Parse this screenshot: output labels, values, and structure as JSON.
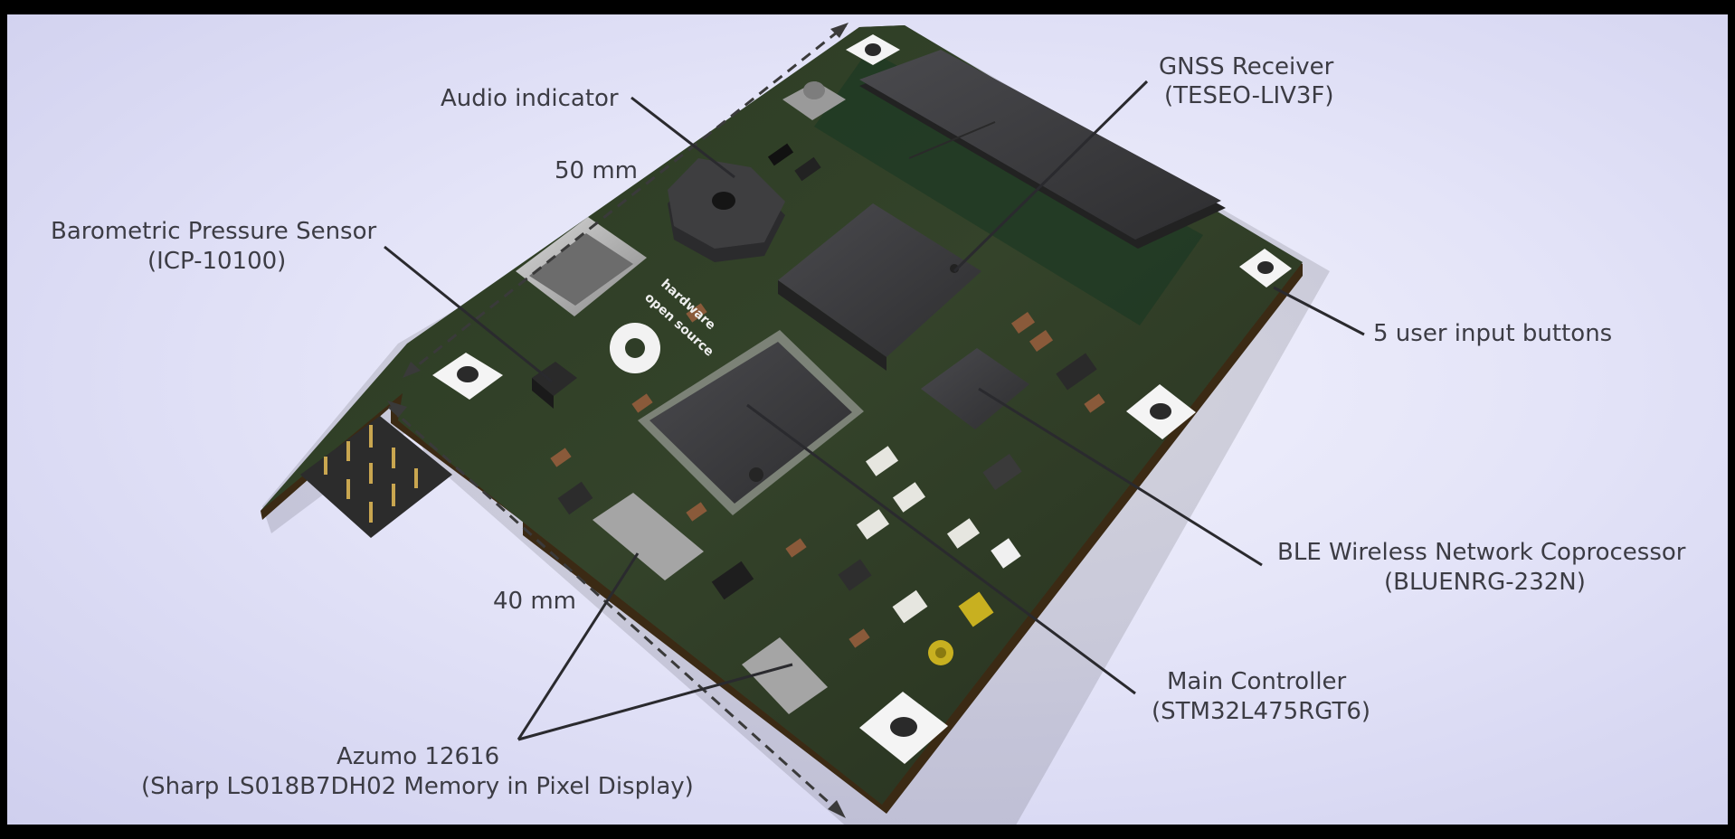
{
  "annotations": {
    "audio_indicator": "Audio indicator",
    "gnss_line1": "GNSS Receiver",
    "gnss_line2": "(TESEO-LIV3F)",
    "dim_50": "50 mm",
    "baro_line1": "Barometric Pressure Sensor",
    "baro_line2": "(ICP-10100)",
    "buttons": "5 user input buttons",
    "ble_line1": "BLE Wireless Network Coprocessor",
    "ble_line2": "(BLUENRG-232N)",
    "dim_40": "40 mm",
    "main_line1": "Main Controller",
    "main_line2": "(STM32L475RGT6)",
    "display_line1": "Azumo 12616",
    "display_line2": "(Sharp LS018B7DH02 Memory in Pixel Display)"
  },
  "board": {
    "silkscreen_logo_line1": "open source",
    "silkscreen_logo_line2": "hardware"
  },
  "colors": {
    "pcb": "#2c3a24",
    "chip": "#3a3a3c",
    "label": "#3c3c44",
    "leader": "#2a2a2e"
  }
}
